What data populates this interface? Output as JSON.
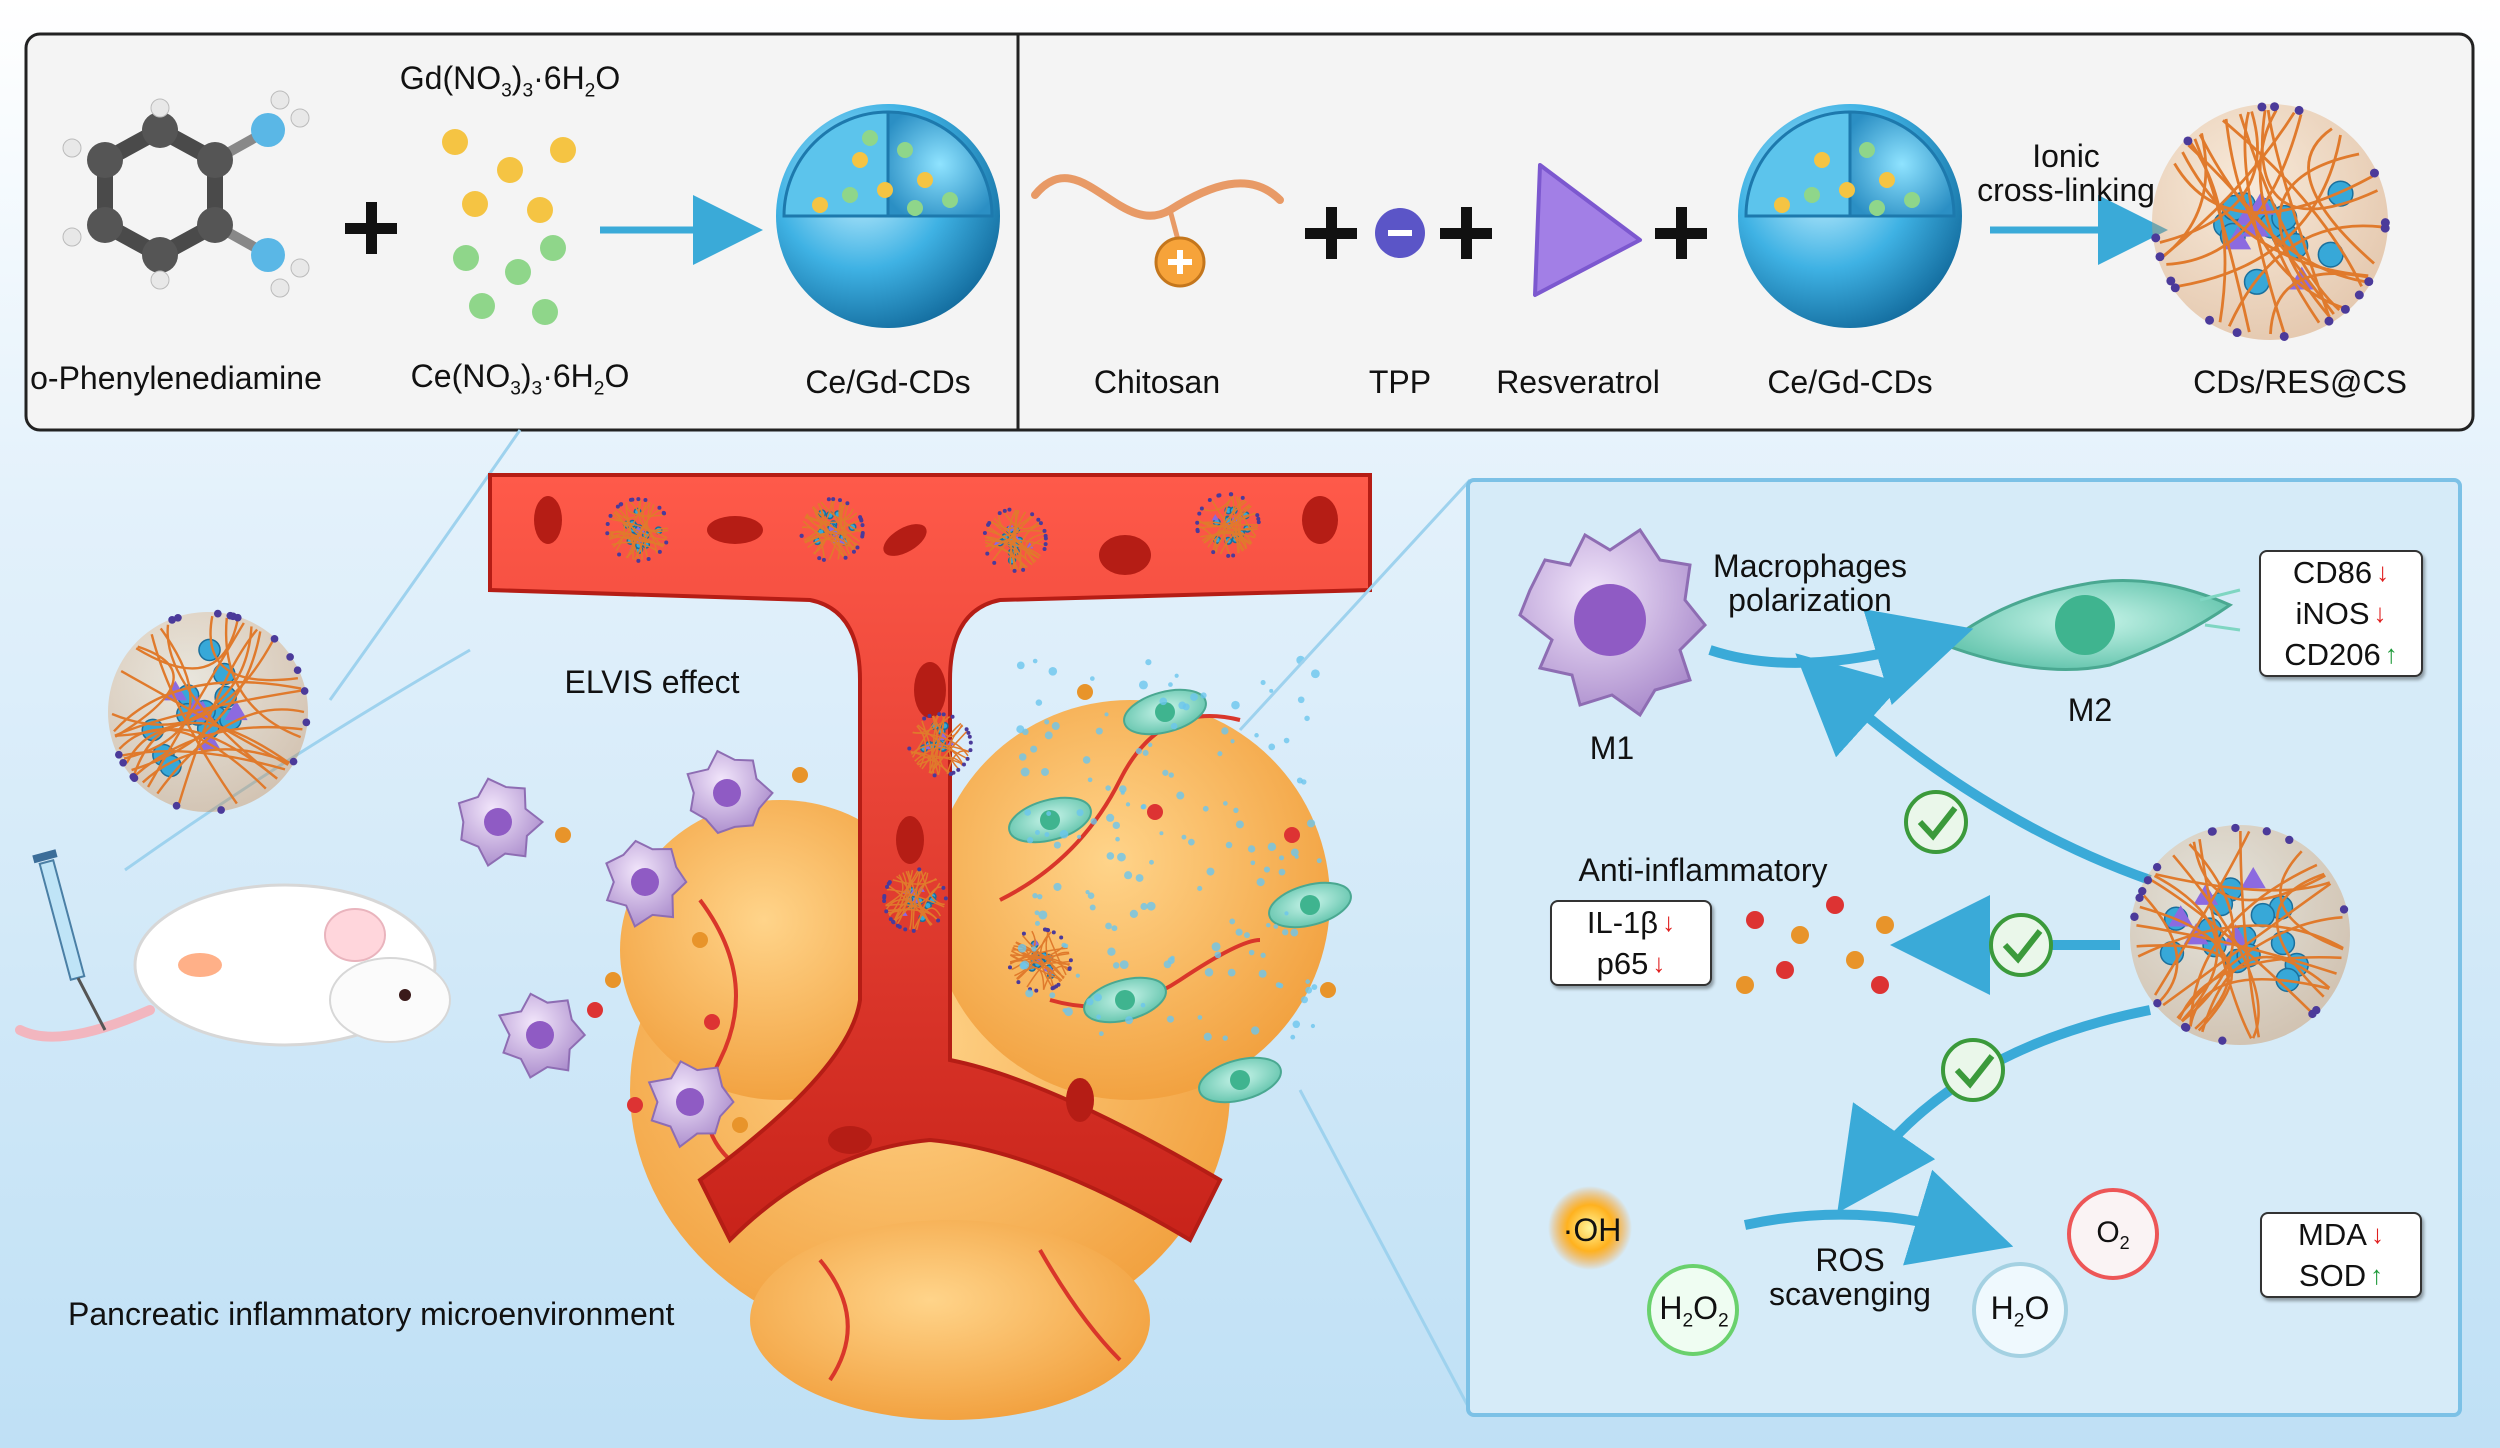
{
  "synthesis": {
    "reagent1": "o-Phenylenediamine",
    "salt_top": "Gd(NO3)3·6H2O",
    "salt_bottom": "Ce(NO3)3·6H2O",
    "product": "Ce/Gd-CDs"
  },
  "assembly": {
    "chitosan": "Chitosan",
    "tpp": "TPP",
    "resveratrol": "Resveratrol",
    "cds": "Ce/Gd-CDs",
    "arrow_line1": "Ionic",
    "arrow_line2": "cross-linking",
    "product": "CDs/RES@CS"
  },
  "plus_sign": "+",
  "vessel": {
    "elvis": "ELVIS effect",
    "microenv": "Pancreatic inflammatory microenvironment"
  },
  "mechanism": {
    "m1": "M1",
    "m2": "M2",
    "macro_line1": "Macrophages",
    "macro_line2": "polarization",
    "markers1": [
      {
        "name": "CD86",
        "trend": "down"
      },
      {
        "name": "iNOS",
        "trend": "down"
      },
      {
        "name": "CD206",
        "trend": "up"
      }
    ],
    "anti_title": "Anti-inflammatory",
    "markers2": [
      {
        "name": "IL-1β",
        "trend": "down"
      },
      {
        "name": "p65",
        "trend": "down"
      }
    ],
    "oh": "·OH",
    "h2o2": "H2O2",
    "ros_line1": "ROS",
    "ros_line2": "scavenging",
    "o2": "O2",
    "h2o": "H2O",
    "markers3": [
      {
        "name": "MDA",
        "trend": "down"
      },
      {
        "name": "SOD",
        "trend": "up"
      }
    ]
  },
  "colors": {
    "vessel_red": "#e8332a",
    "panel_blue": "#cfe7f7",
    "arrow_blue": "#3aaad8",
    "tissue_orange": "#f5a94a",
    "macrophage_purple": "#a583c9",
    "m2_teal": "#7fd6c2",
    "check_green": "#3b9a3b",
    "nano_orange": "#d9833f"
  }
}
